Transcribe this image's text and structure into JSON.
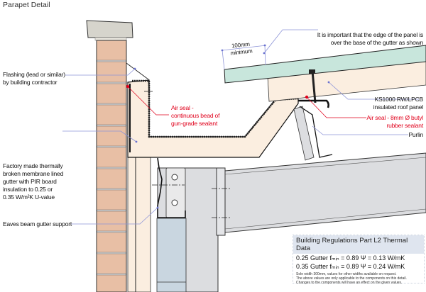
{
  "title": "Parapet Detail",
  "labels": {
    "flashing": [
      "Flashing (lead or similar)",
      "by building contractor"
    ],
    "gutter": [
      "Factory made thermally",
      "broken membrane lined",
      "gutter with PIR board",
      "insulation to 0.25 or",
      "0.35 W/m²K U-value"
    ],
    "eaves": "Eaves beam gutter support",
    "air_seal_left": [
      "Air seal -",
      "continuous bead of",
      "gun-grade sealant"
    ],
    "panel_edge": [
      "It is important that the edge of the panel is",
      "over the base of the gutter as shown"
    ],
    "dimension": [
      "100mm",
      "minimum"
    ],
    "roof_panel": [
      "KS1000 RW/LPCB",
      "insulated roof panel"
    ],
    "air_seal_right": [
      "Air seal - 8mm Ø butyl",
      "rubber sealant"
    ],
    "purlin": "Purlin"
  },
  "thermal": {
    "heading": "Building Regulations Part L2 Thermal Data",
    "rows": [
      "0.25 Gutter fₘᵢₙ = 0.89   Ψ = 0.13 W/mK",
      "0.35 Gutter fₘᵢₙ = 0.89   Ψ = 0.24 W/mK"
    ],
    "notes": [
      "Sole width 300mm, values for other widths available on request.",
      "The above values are only applicable to the components on this detail.",
      "Changes to the components will have an effect on the given values."
    ]
  },
  "colors": {
    "brick": "#e8bfa5",
    "insulation": "#fbeee0",
    "panel_skin": "#c8e6dc",
    "steel": "#dcdde0",
    "accent_red": "#e0001b",
    "leader": "#8e95d8"
  }
}
